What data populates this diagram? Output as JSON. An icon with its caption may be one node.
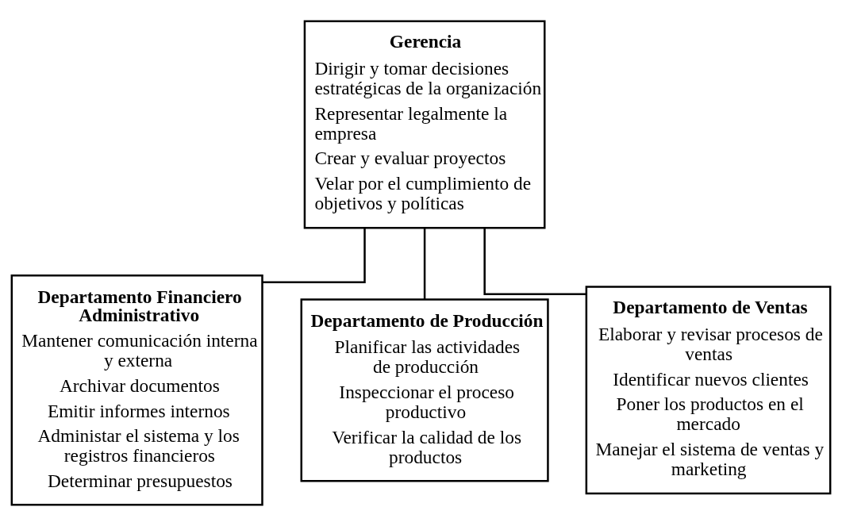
{
  "diagram": {
    "nodes": [
      {
        "text": [
          "Gerencia",
          "Dirigir y tomar decisiones estratégicas de la organización",
          "Representar legalmente la empresa",
          "Crear y evaluar proyectos",
          "Velar por el cumplimiento de objetivos y políticas"
        ]
      },
      {
        "text": [
          "Departamento Financiero Administrativo",
          "Mantener comunicación interna y externa",
          "Archivar documentos",
          "Emitir informes internos",
          "Administar el sistema y los registros financieros",
          "Determinar presupuestos"
        ]
      },
      {
        "text": [
          "Departamento de Producción",
          "Planificar las actividades de producción",
          "Inspeccionar el proceso productivo",
          "Verificar la calidad de los productos"
        ]
      },
      {
        "text": [
          "Departamento de Ventas",
          "Elaborar y revisar procesos de ventas",
          "Identificar nuevos clientes",
          "Poner los productos en el mercado",
          "Manejar el sistema de ventas y marketing"
        ]
      }
    ],
    "edges": [
      {
        "from": 0,
        "to": 1,
        "arrow": "none"
      },
      {
        "from": 0,
        "to": 2,
        "arrow": "none"
      },
      {
        "from": 0,
        "to": 3,
        "arrow": "none"
      }
    ]
  }
}
